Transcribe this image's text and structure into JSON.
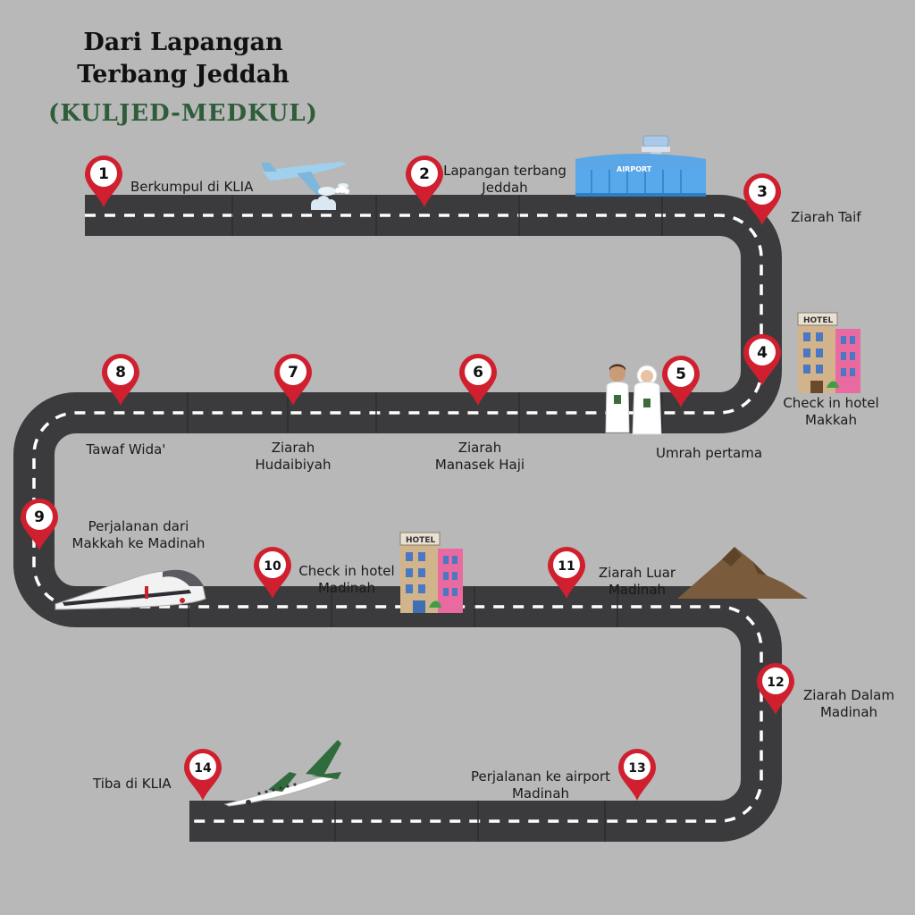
{
  "title_line1": "Dari Lapangan",
  "title_line2": "Terbang Jeddah",
  "subtitle": "(KULJED-MEDKUL)",
  "colors": {
    "background": "#b8b8b8",
    "road": "#3b3b3d",
    "marker": "#d0202f",
    "subtitle": "#2f5d3a"
  },
  "steps": [
    {
      "num": "1",
      "lines": [
        "Berkumpul di KLIA"
      ]
    },
    {
      "num": "2",
      "lines": [
        "Lapangan terbang",
        "Jeddah"
      ]
    },
    {
      "num": "3",
      "lines": [
        "Ziarah Taif"
      ]
    },
    {
      "num": "4",
      "lines": [
        "Check in hotel",
        "Makkah"
      ]
    },
    {
      "num": "5",
      "lines": [
        "Umrah pertama"
      ]
    },
    {
      "num": "6",
      "lines": [
        "Ziarah",
        "Manasek Haji"
      ]
    },
    {
      "num": "7",
      "lines": [
        "Ziarah",
        "Hudaibiyah"
      ]
    },
    {
      "num": "8",
      "lines": [
        "Tawaf Wida'"
      ]
    },
    {
      "num": "9",
      "lines": [
        "Perjalanan dari",
        "Makkah ke Madinah"
      ]
    },
    {
      "num": "10",
      "lines": [
        "Check in hotel",
        "Madinah"
      ]
    },
    {
      "num": "11",
      "lines": [
        "Ziarah Luar",
        "Madinah"
      ]
    },
    {
      "num": "12",
      "lines": [
        "Ziarah Dalam",
        "Madinah"
      ]
    },
    {
      "num": "13",
      "lines": [
        "Perjalanan ke airport",
        "Madinah"
      ]
    },
    {
      "num": "14",
      "lines": [
        "Tiba di KLIA"
      ]
    }
  ],
  "illustrations": {
    "airport_sign": "AIRPORT",
    "hotel_sign": "HOTEL"
  },
  "icons": [
    "departing-airplane-icon",
    "airport-terminal-icon",
    "hotel-icon",
    "pilgrims-icon",
    "train-icon",
    "mountain-icon",
    "arriving-airplane-icon",
    "map-pin-icon"
  ]
}
